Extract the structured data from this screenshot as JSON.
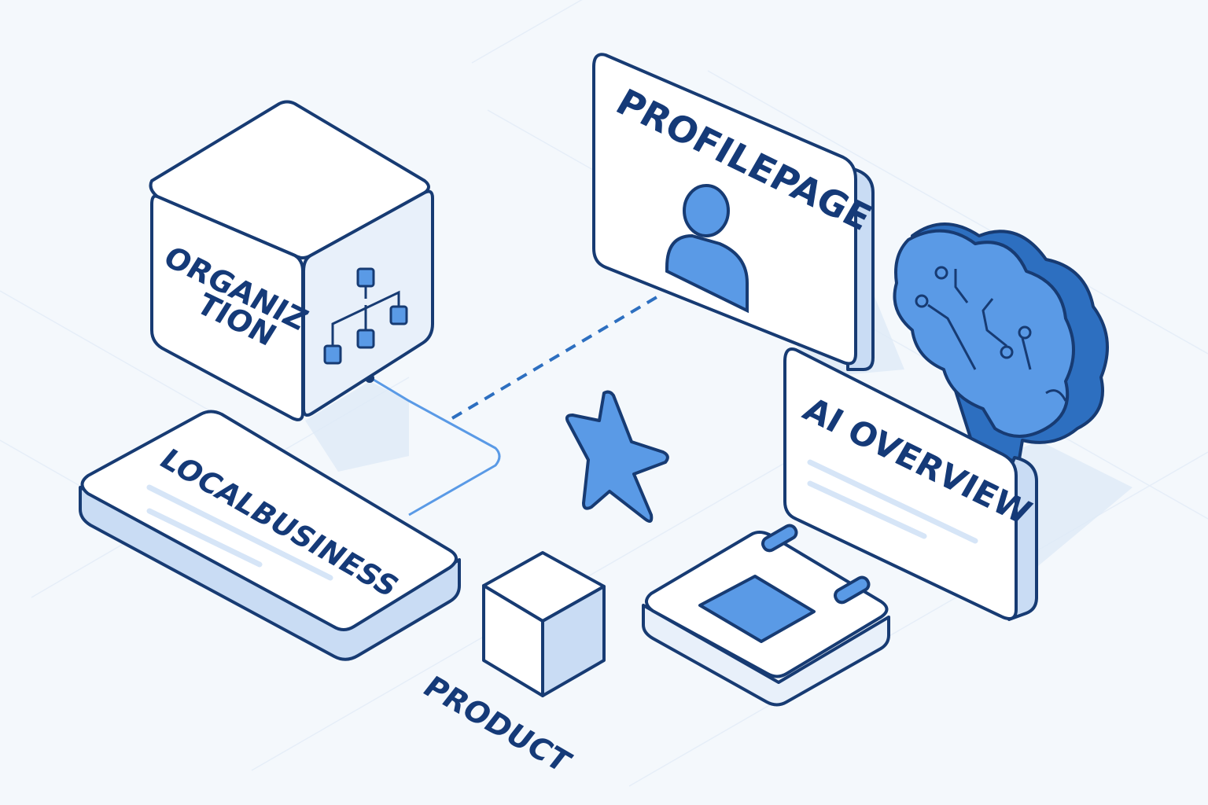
{
  "nodes": {
    "organization": {
      "label_line1": "ORGANIZ",
      "label_line2": "TION",
      "icon": "org-chart-icon"
    },
    "profilepage": {
      "label": "PROFILEPAGE",
      "icon": "user-avatar-icon"
    },
    "ai_overview": {
      "label": "AI OVERVIEW"
    },
    "localbusiness": {
      "label": "LOCALBUSINESS"
    },
    "product": {
      "label": "PRODUCT",
      "icon": "cube-icon"
    },
    "rating": {
      "icon": "star-icon"
    },
    "brain": {
      "icon": "brain-circuit-icon"
    },
    "calendar": {
      "icon": "calendar-card-icon"
    }
  },
  "colors": {
    "outline": "#173b73",
    "accent": "#5a9ae6",
    "accent_dark": "#2d6fc0",
    "face_light": "#ffffff",
    "face_mid": "#e8f0fa",
    "face_dark": "#c9dcf4",
    "text_line": "#d6e5f7"
  }
}
